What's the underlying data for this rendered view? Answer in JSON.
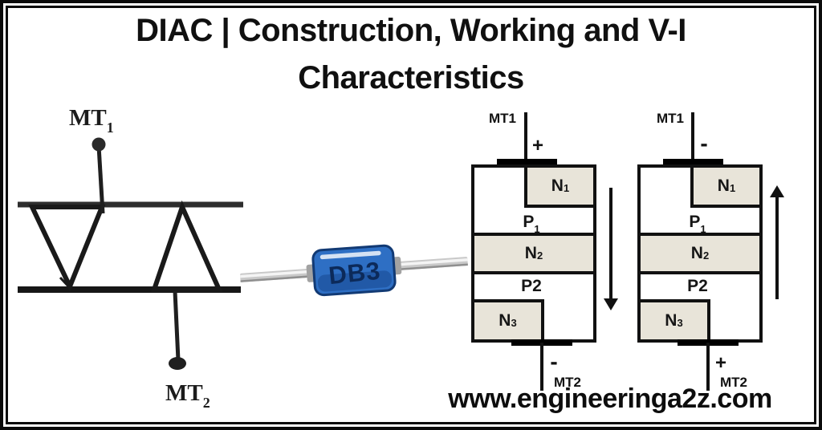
{
  "title": {
    "line1": "DIAC | Construction, Working and V-I",
    "line2": "Characteristics"
  },
  "diac_symbol": {
    "terminal_top": {
      "base": "MT",
      "sub": "1"
    },
    "terminal_bottom": {
      "base": "MT",
      "sub": "2"
    }
  },
  "component_photo": {
    "label": "DB3"
  },
  "diagrams": [
    {
      "terminal_top": "MT1",
      "terminal_bottom": "MT2",
      "top_polarity": "+",
      "bottom_polarity": "-",
      "current_arrow": "down",
      "layers": {
        "n1": {
          "base": "N",
          "sub": "1"
        },
        "p1": {
          "base": "P",
          "sub": "1"
        },
        "n2": {
          "base": "N",
          "sub": "2"
        },
        "p2": {
          "base": "P2",
          "sub": ""
        },
        "n3": {
          "base": "N",
          "sub": "3"
        }
      }
    },
    {
      "terminal_top": "MT1",
      "terminal_bottom": "MT2",
      "top_polarity": "-",
      "bottom_polarity": "+",
      "current_arrow": "up",
      "layers": {
        "n1": {
          "base": "N",
          "sub": "1"
        },
        "p1": {
          "base": "P",
          "sub": "1"
        },
        "n2": {
          "base": "N",
          "sub": "2"
        },
        "p2": {
          "base": "P2",
          "sub": ""
        },
        "n3": {
          "base": "N",
          "sub": "3"
        }
      }
    }
  ],
  "website": "www.engineeringa2z.com",
  "colors": {
    "layer_fill": "#e8e4d9",
    "ink": "#111111",
    "component_body": "#2e6fc4",
    "component_label": "#0c2a5a",
    "lead_silver": "#c9c9c9"
  }
}
